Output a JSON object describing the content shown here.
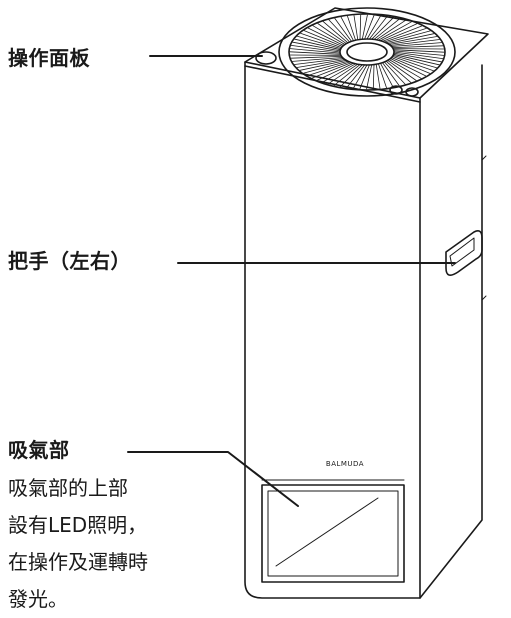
{
  "labels": {
    "operation_panel": "操作面板",
    "handle": "把手（左右）",
    "intake": "吸氣部"
  },
  "intake_description": [
    "吸氣部的上部",
    "設有LED照明，",
    "在操作及運轉時",
    "發光。"
  ],
  "product_logo": "BALMUDA",
  "colors": {
    "ink": "#1a1a1a",
    "background": "#ffffff"
  }
}
